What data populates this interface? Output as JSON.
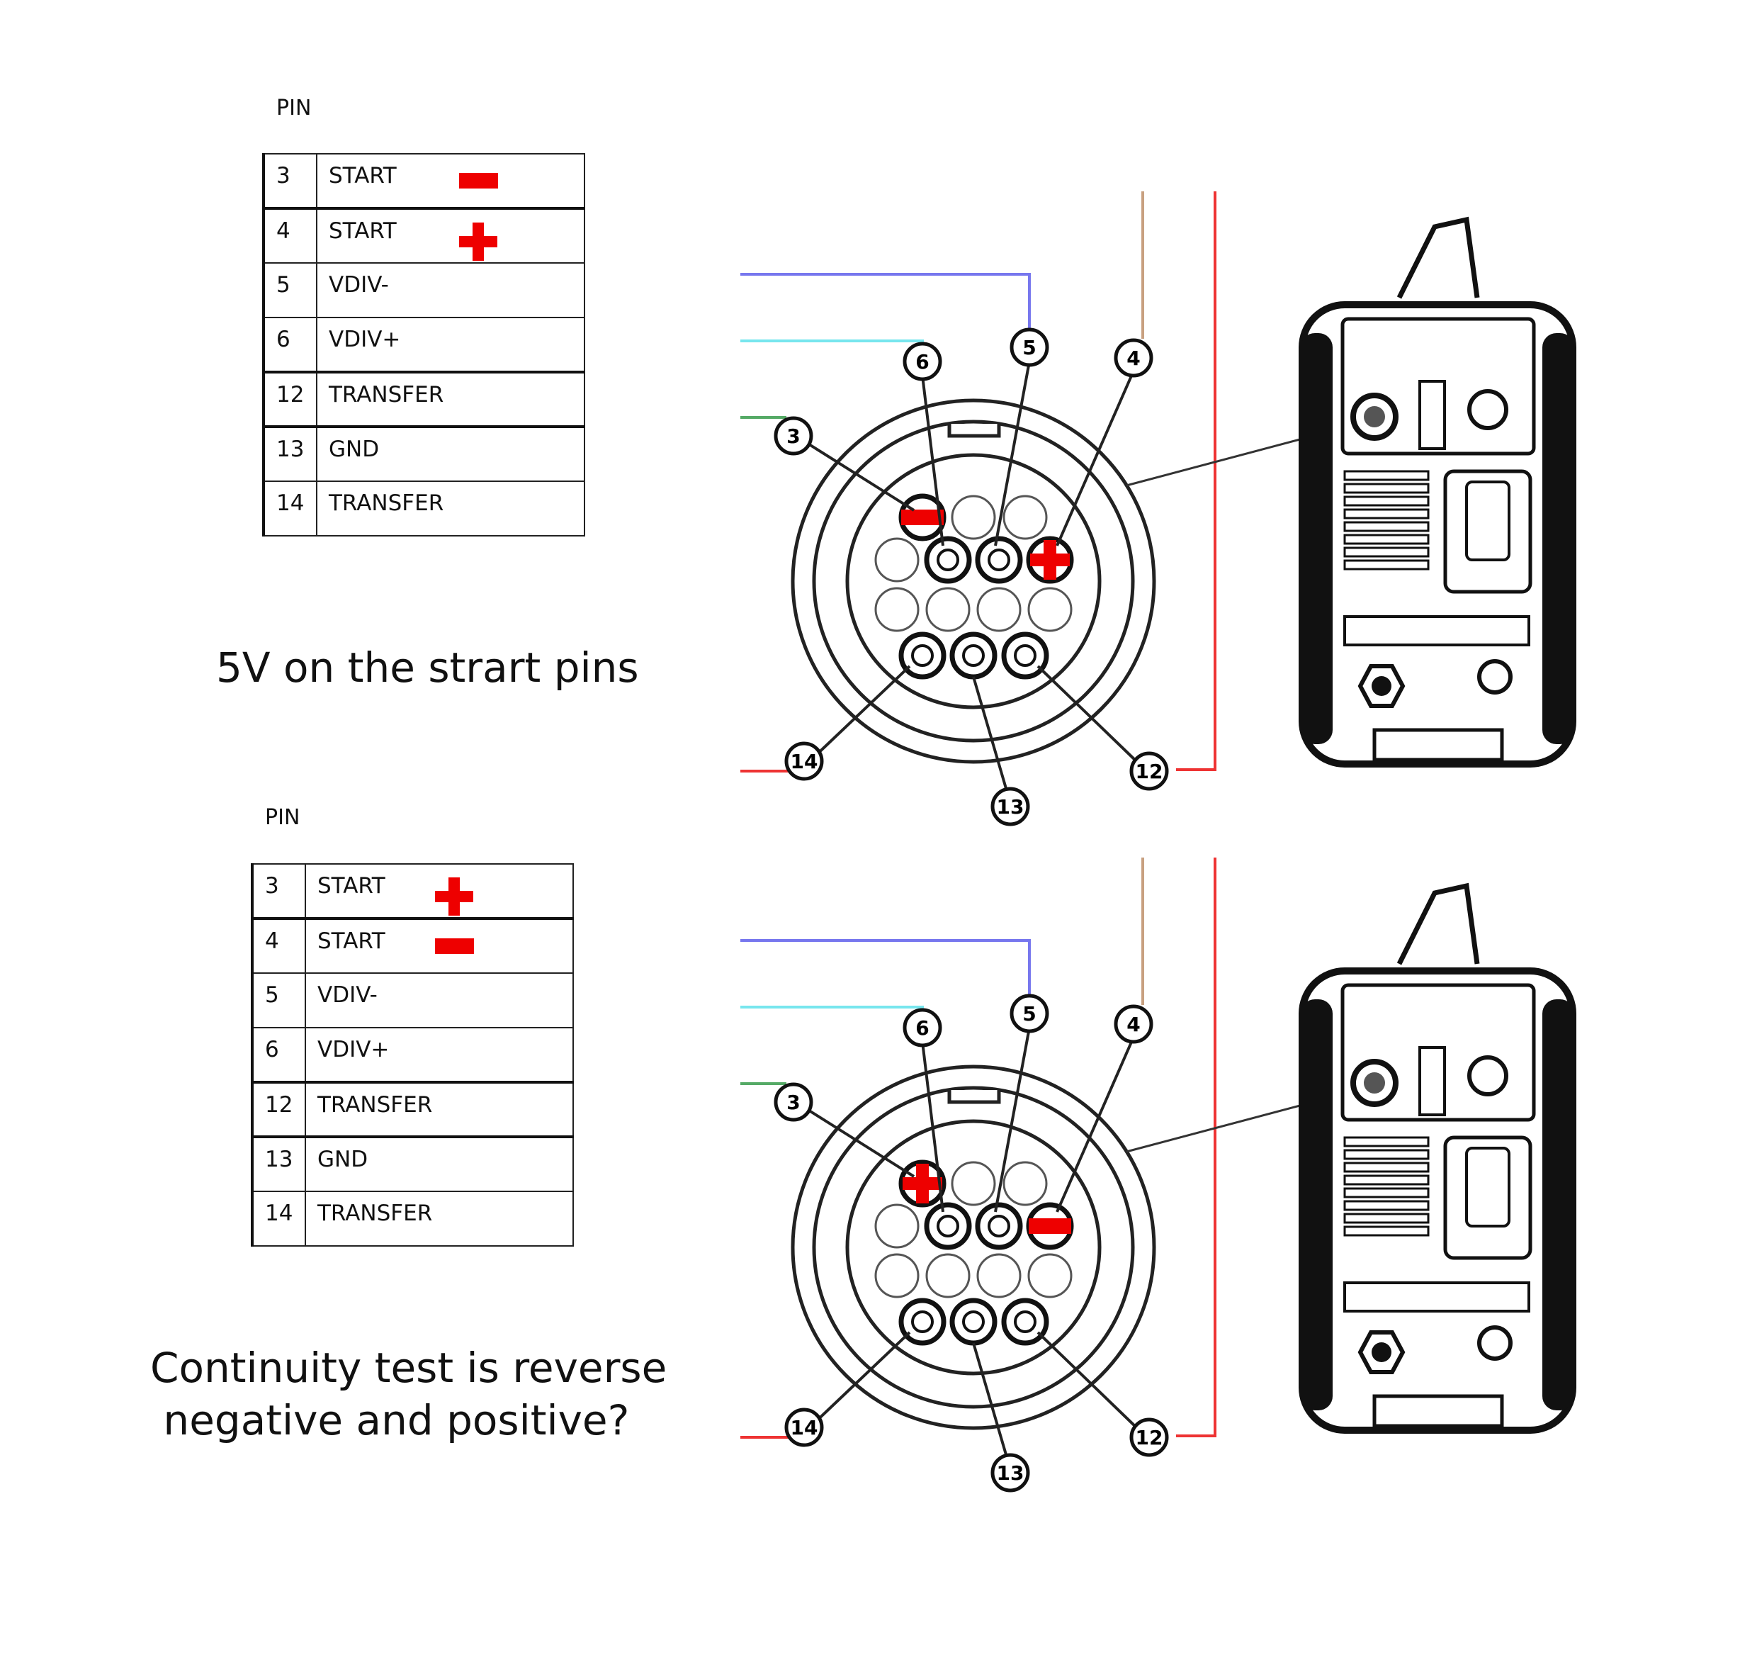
{
  "panels": [
    {
      "pin_heading": "PIN",
      "rows": [
        {
          "pin": "3",
          "name": "START",
          "mark": "minus"
        },
        {
          "pin": "4",
          "name": "START",
          "mark": "plus"
        },
        {
          "pin": "5",
          "name": "VDIV-",
          "mark": ""
        },
        {
          "pin": "6",
          "name": "VDIV+",
          "mark": ""
        },
        {
          "pin": "12",
          "name": "TRANSFER",
          "mark": ""
        },
        {
          "pin": "13",
          "name": "GND",
          "mark": ""
        },
        {
          "pin": "14",
          "name": "TRANSFER",
          "mark": ""
        }
      ],
      "note": "5V on the strart pins",
      "connector_marks": {
        "pin3": "minus",
        "pin4": "plus"
      }
    },
    {
      "pin_heading": "PIN",
      "rows": [
        {
          "pin": "3",
          "name": "START",
          "mark": "plus"
        },
        {
          "pin": "4",
          "name": "START",
          "mark": "minus"
        },
        {
          "pin": "5",
          "name": "VDIV-",
          "mark": ""
        },
        {
          "pin": "6",
          "name": "VDIV+",
          "mark": ""
        },
        {
          "pin": "12",
          "name": "TRANSFER",
          "mark": ""
        },
        {
          "pin": "13",
          "name": "GND",
          "mark": ""
        },
        {
          "pin": "14",
          "name": "TRANSFER",
          "mark": ""
        }
      ],
      "note": "Continuity test is reverse\n negative and positive?",
      "connector_marks": {
        "pin3": "plus",
        "pin4": "minus"
      }
    }
  ],
  "callouts": [
    "3",
    "4",
    "5",
    "6",
    "12",
    "13",
    "14"
  ],
  "colors": {
    "mark": "#ee0000",
    "wire_pin5": "#7777ee",
    "wire_pin6": "#77e6ee",
    "wire_pin3": "#55aa66",
    "wire_pin4": "#c8a080",
    "wire_red": "#ee3333"
  }
}
